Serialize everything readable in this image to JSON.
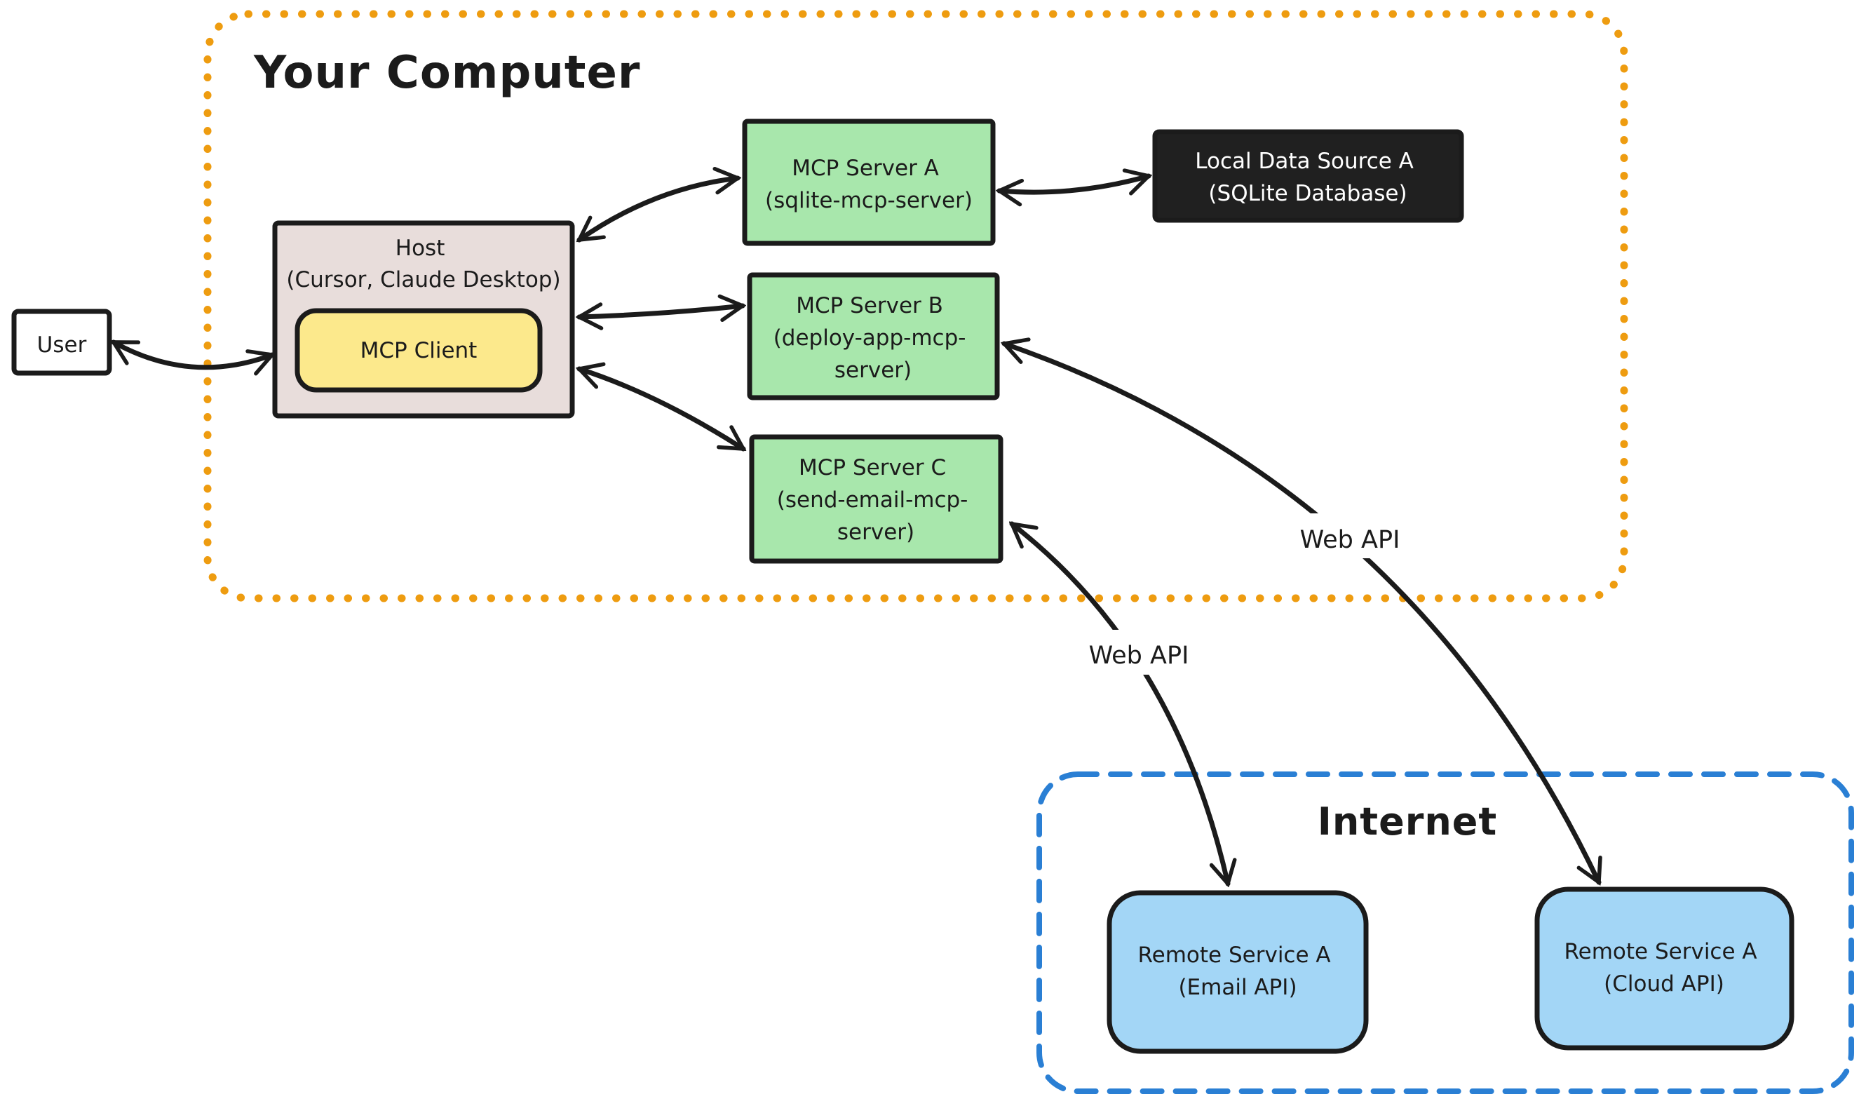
{
  "colors": {
    "ink": "#1b1b1b",
    "orange": "#ee9c10",
    "blue": "#2a7fd4",
    "green": "#a8e7ac",
    "hostfill": "#e8dddb",
    "yellow": "#fce98c",
    "dark": "#202020",
    "lightblue": "#a3d6f6",
    "paper": "#ffffff"
  },
  "containers": {
    "your_computer": {
      "title": "Your Computer"
    },
    "internet": {
      "title": "Internet"
    }
  },
  "nodes": {
    "user": {
      "label": "User"
    },
    "host": {
      "title": "Host",
      "subtitle": "(Cursor, Claude Desktop)"
    },
    "mcp_client": {
      "label": "MCP Client"
    },
    "server_a": {
      "title": "MCP Server A",
      "subtitle": "(sqlite-mcp-server)"
    },
    "server_b": {
      "title": "MCP Server B",
      "subtitle_line1": "(deploy-app-mcp-",
      "subtitle_line2": "server)"
    },
    "server_c": {
      "title": "MCP Server C",
      "subtitle_line1": "(send-email-mcp-",
      "subtitle_line2": "server)"
    },
    "local_data_source": {
      "title": "Local Data Source A",
      "subtitle": "(SQLite Database)"
    },
    "remote_service_email": {
      "title": "Remote Service A",
      "subtitle": "(Email API)"
    },
    "remote_service_cloud": {
      "title": "Remote Service A",
      "subtitle": "(Cloud API)"
    }
  },
  "edges": {
    "web_api_email_label": "Web API",
    "web_api_cloud_label": "Web API"
  }
}
